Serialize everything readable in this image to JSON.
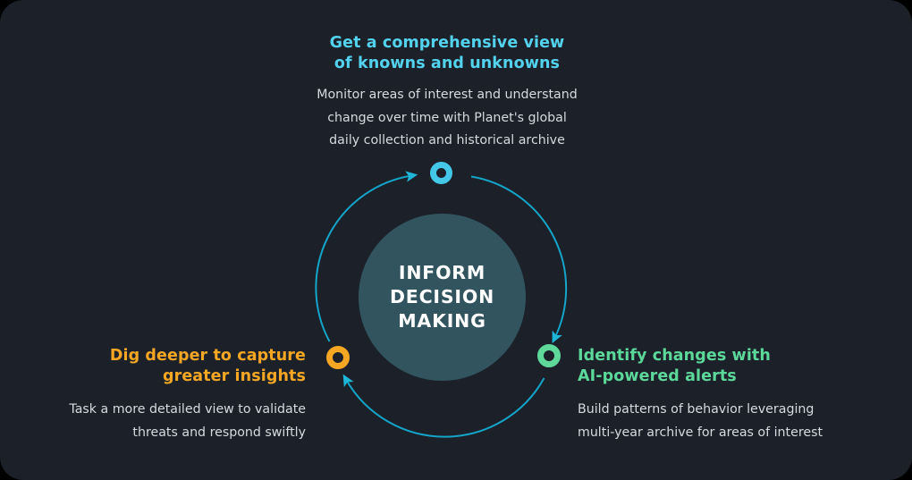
{
  "canvas": {
    "background_color": "#1b2029",
    "page_background_color": "#000000",
    "corner_radius": "26px"
  },
  "hub": {
    "label": "INFORM\nDECISION\nMAKING",
    "fill_color": "#31545f",
    "text_color": "#ffffff"
  },
  "arcs": {
    "stroke_color": "#14a5c8",
    "arrow_color": "#1fb6d8",
    "direction": "clockwise"
  },
  "nodes": [
    {
      "name": "top-node",
      "color": "#44c8e8",
      "position": "top"
    },
    {
      "name": "right-node",
      "color": "#5fd99a",
      "position": "bottom-right"
    },
    {
      "name": "left-node",
      "color": "#f5a623",
      "position": "bottom-left"
    }
  ],
  "blocks": {
    "top": {
      "title": "Get a comprehensive view\nof knowns and unknowns",
      "body": "Monitor areas of interest and understand\nchange over time with Planet's global\ndaily collection and historical archive",
      "title_color": "#53d2ed"
    },
    "left": {
      "title": "Dig deeper to capture\ngreater insights",
      "body": "Task a more detailed view to validate\nthreats and respond swiftly",
      "title_color": "#f5a623"
    },
    "right": {
      "title": "Identify changes with\nAI-powered alerts",
      "body": "Build patterns of behavior leveraging\nmulti-year archive for areas of interest",
      "title_color": "#5cd99a"
    }
  }
}
